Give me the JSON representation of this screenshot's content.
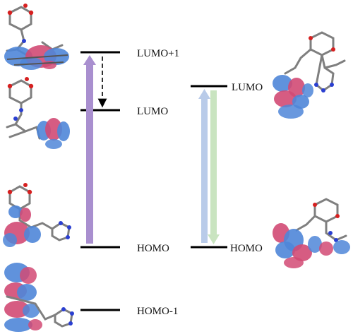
{
  "levels": {
    "left_lumo_plus1": "LUMO+1",
    "left_lumo": "LUMO",
    "left_homo": "HOMO",
    "left_homo_minus1": "HOMO-1",
    "right_lumo": "LUMO",
    "right_homo": "HOMO"
  },
  "colors": {
    "level_line": "#000000",
    "excitation_arrow_left": "#a98fcf",
    "excitation_arrow_right": "#b9cbe9",
    "emission_arrow_right": "#c9e4c0",
    "orbital_positive": "#d24a74",
    "orbital_negative": "#4f86d8",
    "atom_carbon": "#808080",
    "atom_oxygen": "#d62020",
    "atom_nitrogen": "#2a3fd1"
  },
  "images": [
    {
      "name": "molecule-orbital-lumo-plus1-icon"
    },
    {
      "name": "molecule-orbital-lumo-left-icon"
    },
    {
      "name": "molecule-orbital-homo-left-icon"
    },
    {
      "name": "molecule-orbital-homo-minus1-icon"
    },
    {
      "name": "molecule-orbital-lumo-right-icon"
    },
    {
      "name": "molecule-orbital-homo-right-icon"
    }
  ]
}
